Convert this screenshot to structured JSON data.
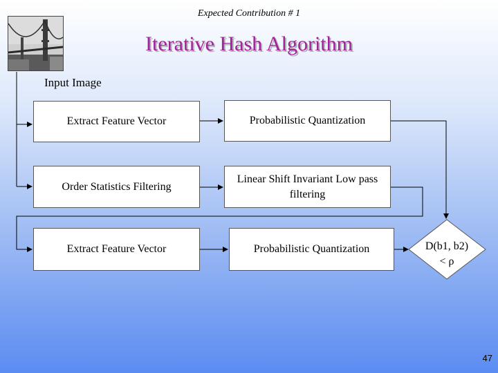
{
  "slide": {
    "header": "Expected Contribution # 1",
    "title": "Iterative Hash Algorithm",
    "input_label": "Input Image",
    "page_number": "47",
    "title_color": "#a3239b"
  },
  "diagram": {
    "boxes": [
      {
        "id": "b1",
        "label": "Extract Feature Vector"
      },
      {
        "id": "b2",
        "label": "Probabilistic Quantization"
      },
      {
        "id": "b3",
        "label": "Order Statistics Filtering"
      },
      {
        "id": "b4",
        "label": "Linear Shift Invariant Low pass filtering"
      },
      {
        "id": "b5",
        "label": "Extract Feature Vector"
      },
      {
        "id": "b6",
        "label": "Probabilistic Quantization"
      }
    ],
    "decision": {
      "line1": "D(b1, b2)",
      "line2": "< ρ"
    }
  },
  "icons": {
    "photo": "golden-gate-bridge-photo"
  }
}
